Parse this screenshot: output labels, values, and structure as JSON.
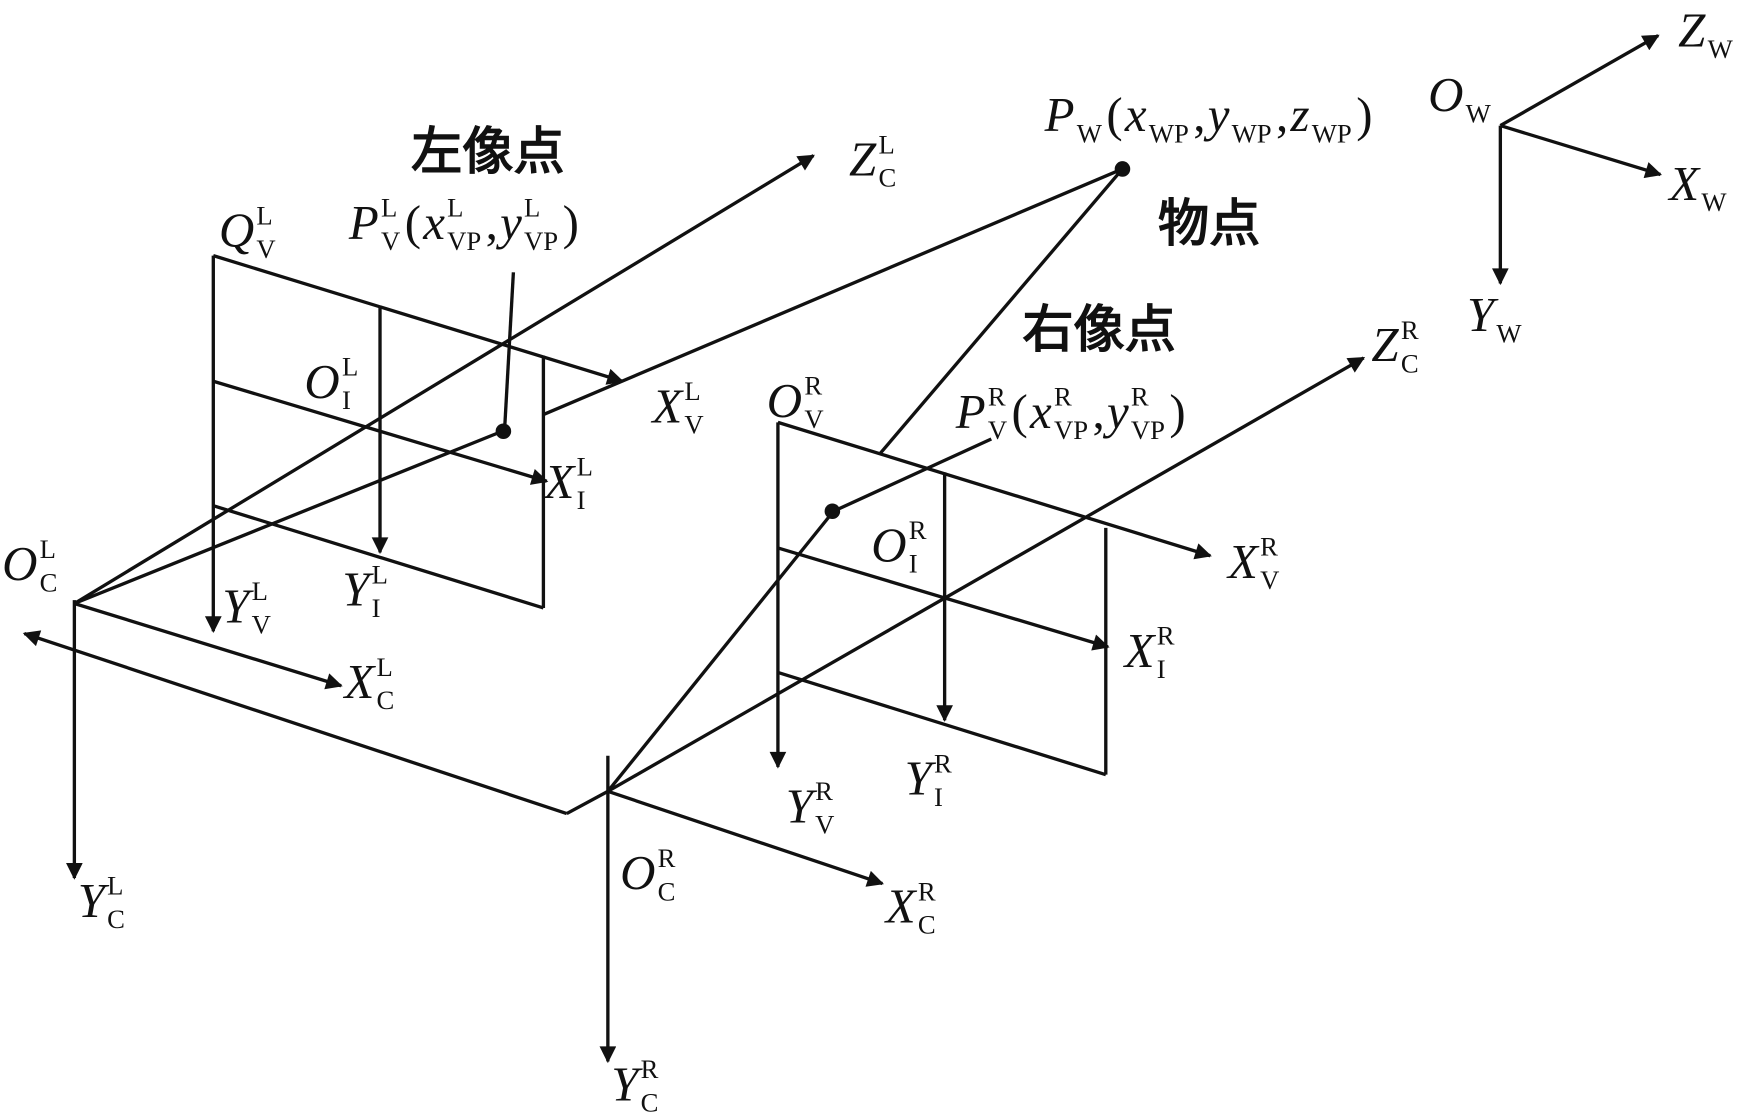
{
  "title_labels": {
    "left_image_point": "左像点",
    "right_image_point": "右像点",
    "object_point": "物点"
  },
  "labels": {
    "QVL": [
      {
        "t": "Q",
        "i": true,
        "sup": "L",
        "sub": "V"
      }
    ],
    "PVL": [
      {
        "t": "P",
        "i": true,
        "sup": "L",
        "sub": "V"
      },
      {
        "t": " ("
      },
      {
        "t": "x",
        "i": true,
        "sup": "L",
        "sub": "VP"
      },
      {
        "t": ","
      },
      {
        "t": "y",
        "i": true,
        "sup": "L",
        "sub": "VP"
      },
      {
        "t": ")"
      }
    ],
    "OIL": [
      {
        "t": "O",
        "i": true,
        "sup": "L",
        "sub": "I"
      }
    ],
    "XVL": [
      {
        "t": "X",
        "i": true,
        "sup": "L",
        "sub": "V"
      }
    ],
    "XIL": [
      {
        "t": "X",
        "i": true,
        "sup": "L",
        "sub": "I"
      }
    ],
    "YVL": [
      {
        "t": "Y",
        "i": true,
        "sup": "L",
        "sub": "V"
      }
    ],
    "YIL": [
      {
        "t": "Y",
        "i": true,
        "sup": "L",
        "sub": "I"
      }
    ],
    "OCL": [
      {
        "t": "O",
        "i": true,
        "sup": "L",
        "sub": "C"
      }
    ],
    "XCL": [
      {
        "t": "X",
        "i": true,
        "sup": "L",
        "sub": "C"
      }
    ],
    "YCL": [
      {
        "t": "Y",
        "i": true,
        "sup": "L",
        "sub": "C"
      }
    ],
    "ZCL": [
      {
        "t": "Z",
        "i": true,
        "sup": "L",
        "sub": "C"
      }
    ],
    "PW": [
      {
        "t": "P",
        "i": true,
        "sub": "W"
      },
      {
        "t": "("
      },
      {
        "t": "x",
        "i": true,
        "sub": "WP"
      },
      {
        "t": ","
      },
      {
        "t": "y",
        "i": true,
        "sub": "WP"
      },
      {
        "t": ","
      },
      {
        "t": "z",
        "i": true,
        "sub": "WP"
      },
      {
        "t": ")"
      }
    ],
    "OW": [
      {
        "t": "O",
        "i": true,
        "sub": "W"
      }
    ],
    "ZW": [
      {
        "t": "Z",
        "i": true,
        "sub": "W"
      }
    ],
    "XW": [
      {
        "t": "X",
        "i": true,
        "sub": "W"
      }
    ],
    "YW": [
      {
        "t": "Y",
        "i": true,
        "sub": "W"
      }
    ],
    "ZCR": [
      {
        "t": "Z",
        "i": true,
        "sup": "R",
        "sub": "C"
      }
    ],
    "OVR": [
      {
        "t": "O",
        "i": true,
        "sup": "R",
        "sub": "V"
      }
    ],
    "PVR": [
      {
        "t": "P",
        "i": true,
        "sup": "R",
        "sub": "V"
      },
      {
        "t": "("
      },
      {
        "t": "x",
        "i": true,
        "sup": "R",
        "sub": "VP"
      },
      {
        "t": ","
      },
      {
        "t": "y",
        "i": true,
        "sup": "R",
        "sub": "VP"
      },
      {
        "t": ")"
      }
    ],
    "OIR": [
      {
        "t": "O",
        "i": true,
        "sup": "R",
        "sub": "I"
      }
    ],
    "XVR": [
      {
        "t": "X",
        "i": true,
        "sup": "R",
        "sub": "V"
      }
    ],
    "XIR": [
      {
        "t": "X",
        "i": true,
        "sup": "R",
        "sub": "I"
      }
    ],
    "YVR": [
      {
        "t": "Y",
        "i": true,
        "sup": "R",
        "sub": "V"
      }
    ],
    "YIR": [
      {
        "t": "Y",
        "i": true,
        "sup": "R",
        "sub": "I"
      }
    ],
    "OCR": [
      {
        "t": "O",
        "i": true,
        "sup": "R",
        "sub": "C"
      }
    ],
    "XCR": [
      {
        "t": "X",
        "i": true,
        "sup": "R",
        "sub": "C"
      }
    ],
    "YCR": [
      {
        "t": "Y",
        "i": true,
        "sup": "R",
        "sub": "C"
      }
    ]
  }
}
